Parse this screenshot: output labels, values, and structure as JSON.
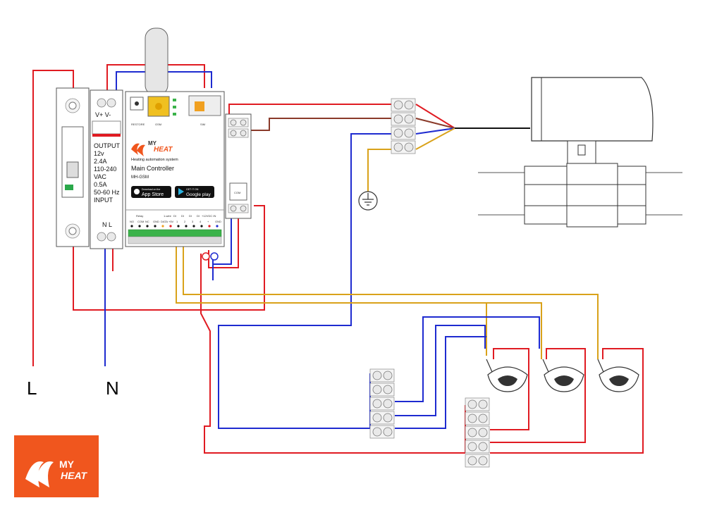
{
  "power_supply": {
    "header": "V+ V-",
    "spec_lines": [
      "OUTPUT",
      "12v",
      "2.4A",
      "110-240",
      "VAC",
      "0.5A",
      "50-60 Hz",
      "INPUT"
    ],
    "footer": "N  L"
  },
  "controller": {
    "brand_top": "MY",
    "brand_bottom": "HEAT",
    "tagline": "Heating automation system",
    "title": "Main Controller",
    "model": "MH-GSM",
    "appstore_small": "Download on the",
    "appstore": "App Store",
    "gplay_small": "GET IT ON",
    "gplay": "Google play",
    "top_labels": [
      "RESTORE",
      "GSM",
      "SIM"
    ],
    "relay_label": "Relay",
    "onewire_label": "1-wire",
    "bottom_group_labels": [
      "DI",
      "DI",
      "DI",
      "DI",
      "+12VDC IN"
    ],
    "terminal_labels": [
      "NO",
      "COM",
      "NC",
      "GND",
      "DATA",
      "+5V",
      "1",
      "2",
      "3",
      "4",
      "+",
      "GND"
    ]
  },
  "relay_module": {
    "label": "COM"
  },
  "mains": {
    "L": "L",
    "N": "N"
  },
  "logo": {
    "top": "MY",
    "bottom": "HEAT",
    "bg_color": "#f0561e"
  },
  "colors": {
    "live": "#e01b22",
    "neutral": "#1e2bd0",
    "signal": "#d9a21a",
    "valve": "#8a3a2a",
    "pipe": "#111111"
  }
}
